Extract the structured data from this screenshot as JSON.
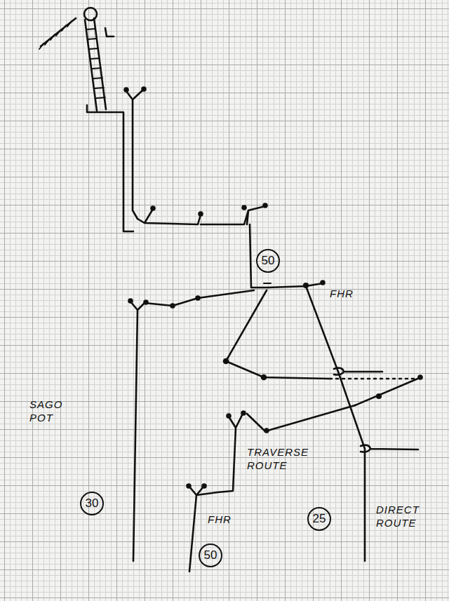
{
  "diagram": {
    "nodes": [
      {
        "text": [
          "50"
        ]
      },
      {
        "text": [
          "30"
        ]
      },
      {
        "text": [
          "25"
        ]
      },
      {
        "text": [
          "50"
        ]
      }
    ],
    "labels": [
      "FHR",
      "SAGO POT",
      "TRAVERSE ROUTE",
      "DIRECT ROUTE",
      "FHR"
    ]
  }
}
